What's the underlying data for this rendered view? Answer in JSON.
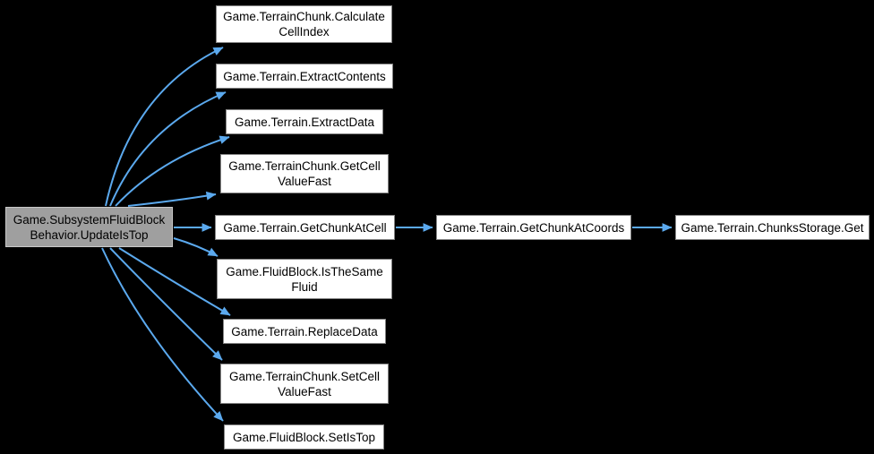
{
  "diagram": {
    "type": "call-graph",
    "background": "#000000",
    "edge_color": "#5ba9ee",
    "node_style": {
      "fill": "#ffffff",
      "border": "#848484",
      "text_color": "#000000"
    },
    "focus_node_style": {
      "fill": "#9f9f9f",
      "border": "#c9c9c9",
      "text_color": "#000000"
    },
    "nodes": [
      {
        "id": "updateistop",
        "label": "Game.SubsystemFluidBlock Behavior.UpdateIsTop",
        "lines": [
          "Game.SubsystemFluidBlock",
          "Behavior.UpdateIsTop"
        ],
        "focus": true
      },
      {
        "id": "calccellindex",
        "label": "Game.TerrainChunk.CalculateCellIndex",
        "lines": [
          "Game.TerrainChunk.Calculate",
          "CellIndex"
        ],
        "focus": false
      },
      {
        "id": "extractcontents",
        "label": "Game.Terrain.ExtractContents",
        "lines": [
          "Game.Terrain.ExtractContents"
        ],
        "focus": false
      },
      {
        "id": "extractdata",
        "label": "Game.Terrain.ExtractData",
        "lines": [
          "Game.Terrain.ExtractData"
        ],
        "focus": false
      },
      {
        "id": "getcellvaluefast",
        "label": "Game.TerrainChunk.GetCellValueFast",
        "lines": [
          "Game.TerrainChunk.GetCell",
          "ValueFast"
        ],
        "focus": false
      },
      {
        "id": "getchunkatcell",
        "label": "Game.Terrain.GetChunkAtCell",
        "lines": [
          "Game.Terrain.GetChunkAtCell"
        ],
        "focus": false
      },
      {
        "id": "isthesamefluid",
        "label": "Game.FluidBlock.IsTheSameFluid",
        "lines": [
          "Game.FluidBlock.IsTheSame",
          "Fluid"
        ],
        "focus": false
      },
      {
        "id": "replacedata",
        "label": "Game.Terrain.ReplaceData",
        "lines": [
          "Game.Terrain.ReplaceData"
        ],
        "focus": false
      },
      {
        "id": "setcellvaluefast",
        "label": "Game.TerrainChunk.SetCellValueFast",
        "lines": [
          "Game.TerrainChunk.SetCell",
          "ValueFast"
        ],
        "focus": false
      },
      {
        "id": "setistop",
        "label": "Game.FluidBlock.SetIsTop",
        "lines": [
          "Game.FluidBlock.SetIsTop"
        ],
        "focus": false
      },
      {
        "id": "getchunkatcoords",
        "label": "Game.Terrain.GetChunkAtCoords",
        "lines": [
          "Game.Terrain.GetChunkAtCoords"
        ],
        "focus": false
      },
      {
        "id": "chunksstorageget",
        "label": "Game.Terrain.ChunksStorage.Get",
        "lines": [
          "Game.Terrain.ChunksStorage.Get"
        ],
        "focus": false
      }
    ],
    "edges": [
      {
        "from": "updateistop",
        "to": "calccellindex"
      },
      {
        "from": "updateistop",
        "to": "extractcontents"
      },
      {
        "from": "updateistop",
        "to": "extractdata"
      },
      {
        "from": "updateistop",
        "to": "getcellvaluefast"
      },
      {
        "from": "updateistop",
        "to": "getchunkatcell"
      },
      {
        "from": "updateistop",
        "to": "isthesamefluid"
      },
      {
        "from": "updateistop",
        "to": "replacedata"
      },
      {
        "from": "updateistop",
        "to": "setcellvaluefast"
      },
      {
        "from": "updateistop",
        "to": "setistop"
      },
      {
        "from": "getchunkatcell",
        "to": "getchunkatcoords"
      },
      {
        "from": "getchunkatcoords",
        "to": "chunksstorageget"
      }
    ]
  }
}
